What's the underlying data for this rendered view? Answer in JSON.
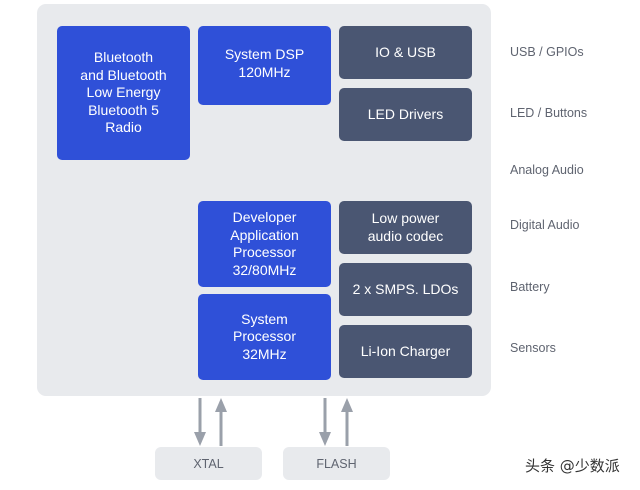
{
  "colors": {
    "processing_block": "#2f50d8",
    "peripheral_block": "#4a5672",
    "container": "#e8eaed",
    "arrow": "#9aa0aa",
    "label_text": "#5f6470"
  },
  "blocks": {
    "bluetooth": "Bluetooth\nand Bluetooth\nLow Energy\nBluetooth 5\nRadio",
    "dsp": "System DSP\n120MHz",
    "io_usb": "IO & USB",
    "led_drivers": "LED Drivers",
    "dev_app_processor": "Developer\nApplication\nProcessor\n32/80MHz",
    "system_processor": "System\nProcessor\n32MHz",
    "audio_codec": "Low power\naudio codec",
    "smps_ldos": "2 x SMPS. LDOs",
    "charger": "Li-Ion Charger"
  },
  "external_labels": [
    "USB / GPIOs",
    "LED / Buttons",
    "Analog Audio",
    "Digital Audio",
    "Battery",
    "Sensors"
  ],
  "external_components": {
    "xtal": "XTAL",
    "flash": "FLASH"
  },
  "watermark": "头条 @少数派"
}
